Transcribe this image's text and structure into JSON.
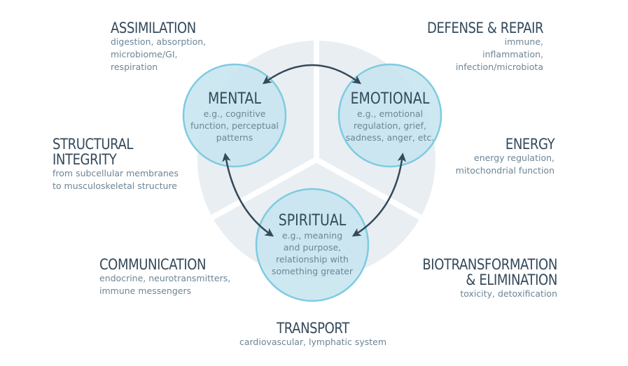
{
  "colors": {
    "background_pie": "#e9eef2",
    "circle_fill": "#c6e4f0",
    "circle_stroke": "#7ecbe0",
    "arrow": "#34495a",
    "title_text": "#34495a",
    "desc_text": "#6d8596"
  },
  "core_circles": [
    {
      "id": "mental",
      "title": "MENTAL",
      "desc": [
        "e.g., cognitive",
        "function, perceptual",
        "patterns"
      ]
    },
    {
      "id": "emotional",
      "title": "EMOTIONAL",
      "desc": [
        "e.g., emotional",
        "regulation, grief,",
        "sadness, anger, etc."
      ]
    },
    {
      "id": "spiritual",
      "title": "SPIRITUAL",
      "desc": [
        "e.g., meaning",
        "and purpose,",
        "relationship with",
        "something greater"
      ]
    }
  ],
  "connections": [
    {
      "from": "mental",
      "to": "emotional",
      "type": "bidirectional"
    },
    {
      "from": "mental",
      "to": "spiritual",
      "type": "bidirectional"
    },
    {
      "from": "emotional",
      "to": "spiritual",
      "type": "bidirectional"
    }
  ],
  "nodes": {
    "assimilation": {
      "title": "ASSIMILATION",
      "desc": [
        "digestion, absorption,",
        "microbiome/GI,",
        "respiration"
      ]
    },
    "defense_repair": {
      "title": "DEFENSE & REPAIR",
      "desc": [
        "immune,",
        "inflammation,",
        "infection/microbiota"
      ]
    },
    "structural_integrity": {
      "title": [
        "STRUCTURAL",
        "INTEGRITY"
      ],
      "desc": [
        "from subcellular membranes",
        "to musculoskeletal structure"
      ]
    },
    "energy": {
      "title": "ENERGY",
      "desc": [
        "energy regulation,",
        "mitochondrial function"
      ]
    },
    "communication": {
      "title": "COMMUNICATION",
      "desc": [
        "endocrine, neurotransmitters,",
        "immune messengers"
      ]
    },
    "biotransformation": {
      "title": [
        "BIOTRANSFORMATION",
        "& ELIMINATION"
      ],
      "desc": [
        "toxicity, detoxification"
      ]
    },
    "transport": {
      "title": "TRANSPORT",
      "desc": [
        "cardiovascular, lymphatic system"
      ]
    }
  }
}
